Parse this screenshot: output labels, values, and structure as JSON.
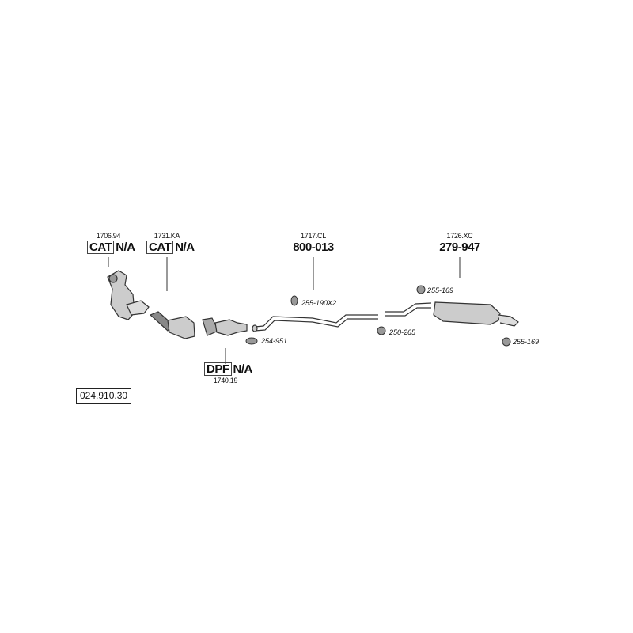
{
  "components": [
    {
      "code": "1706.94",
      "type": "CAT",
      "status": "N/A"
    },
    {
      "code": "1731.KA",
      "type": "CAT",
      "status": "N/A"
    },
    {
      "code": "1740.19",
      "type": "DPF",
      "status": "N/A"
    },
    {
      "code": "1717.CL",
      "part_number": "800-013"
    },
    {
      "code": "1726.XC",
      "part_number": "279-947"
    }
  ],
  "fittings": [
    {
      "label": "255-190X2"
    },
    {
      "label": "254-951"
    },
    {
      "label": "250-265"
    },
    {
      "label": "255-169"
    },
    {
      "label": "255-169"
    }
  ],
  "reference": "024.910.30"
}
